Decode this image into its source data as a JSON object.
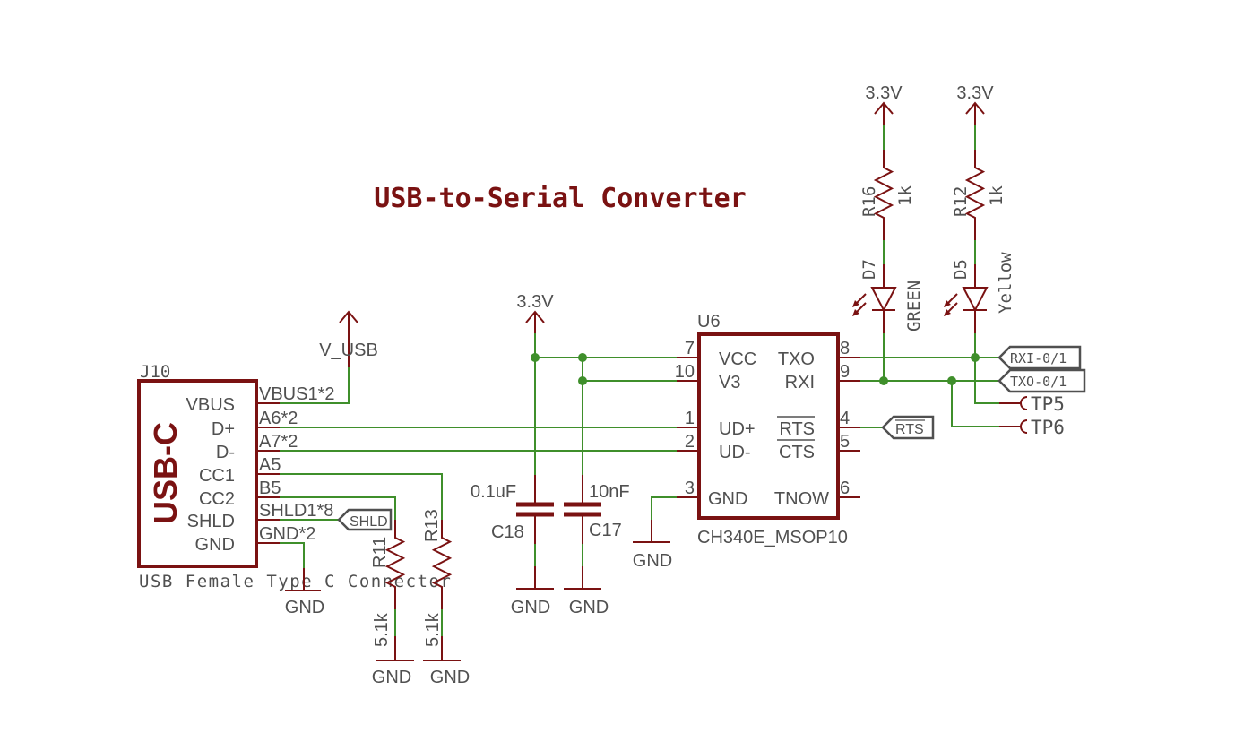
{
  "title": "USB-to-Serial Converter",
  "colors": {
    "wire": "#3f8f2b",
    "part": "#7a1212",
    "text": "#505050",
    "background": "#ffffff"
  },
  "connector": {
    "ref": "J10",
    "value": "USB-C",
    "description": "USB Female Type C Connector",
    "pins": [
      {
        "name": "VBUS",
        "pad": "VBUS1*2"
      },
      {
        "name": "D+",
        "pad": "A6*2"
      },
      {
        "name": "D-",
        "pad": "A7*2"
      },
      {
        "name": "CC1",
        "pad": "A5"
      },
      {
        "name": "CC2",
        "pad": "B5"
      },
      {
        "name": "SHLD",
        "pad": "SHLD1*8"
      },
      {
        "name": "GND",
        "pad": "GND*2"
      }
    ]
  },
  "ic": {
    "ref": "U6",
    "value": "CH340E_MSOP10",
    "left_pins": [
      {
        "num": "7",
        "name": "VCC"
      },
      {
        "num": "10",
        "name": "V3"
      },
      {
        "num": "1",
        "name": "UD+"
      },
      {
        "num": "2",
        "name": "UD-"
      },
      {
        "num": "3",
        "name": "GND"
      }
    ],
    "right_pins": [
      {
        "num": "8",
        "name": "TXO"
      },
      {
        "num": "9",
        "name": "RXI"
      },
      {
        "num": "4",
        "name": "RTS"
      },
      {
        "num": "5",
        "name": "CTS"
      },
      {
        "num": "6",
        "name": "TNOW"
      }
    ]
  },
  "capacitors": [
    {
      "ref": "C18",
      "value": "0.1uF"
    },
    {
      "ref": "C17",
      "value": "10nF"
    }
  ],
  "resistors": [
    {
      "ref": "R11",
      "value": "5.1k"
    },
    {
      "ref": "R13",
      "value": "5.1k"
    },
    {
      "ref": "R16",
      "value": "1k"
    },
    {
      "ref": "R12",
      "value": "1k"
    }
  ],
  "leds": [
    {
      "ref": "D7",
      "value": "GREEN"
    },
    {
      "ref": "D5",
      "value": "Yellow"
    }
  ],
  "supplies": {
    "vusb": "V_USB",
    "v33": "3.3V",
    "gnd": "GND"
  },
  "net_labels": {
    "shld": "SHLD",
    "rxi": "RXI-0/1",
    "txo": "TXO-0/1",
    "rts": "RTS"
  },
  "test_points": [
    "TP5",
    "TP6"
  ]
}
